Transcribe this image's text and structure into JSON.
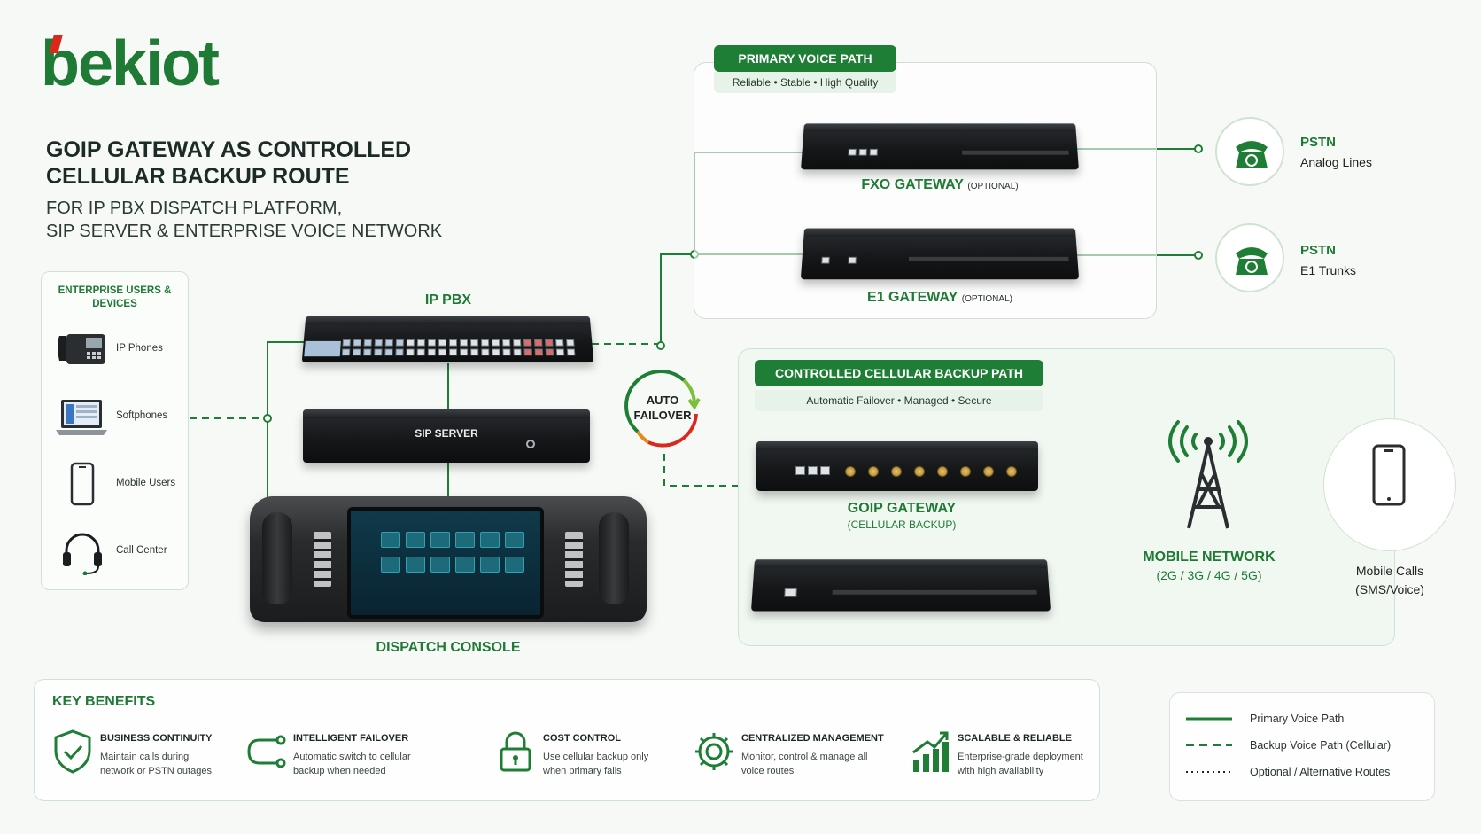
{
  "brand": {
    "logo": "bekiot",
    "logo_colors": {
      "green": "#1e7a34",
      "red": "#d9291c"
    }
  },
  "title_line1": "GOIP GATEWAY AS CONTROLLED",
  "title_line2": "CELLULAR BACKUP ROUTE",
  "subtitle_line1": "FOR IP PBX DISPATCH PLATFORM,",
  "subtitle_line2": "SIP SERVER & ENTERPRISE VOICE NETWORK",
  "enterprise": {
    "title": "ENTERPRISE USERS & DEVICES",
    "items": [
      {
        "label": "IP Phones",
        "icon": "ip-phone-icon"
      },
      {
        "label": "Softphones",
        "icon": "laptop-icon"
      },
      {
        "label": "Mobile Users",
        "icon": "smartphone-icon"
      },
      {
        "label": "Call Center",
        "icon": "headset-icon"
      }
    ]
  },
  "devices": {
    "ip_pbx": "IP PBX",
    "sip_server": "SIP SERVER",
    "dispatch_console": "DISPATCH CONSOLE",
    "fxo_gateway": "FXO GATEWAY",
    "fxo_optional": "(OPTIONAL)",
    "e1_gateway": "E1 GATEWAY",
    "e1_optional": "(OPTIONAL)",
    "goip_gateway": "GOIP GATEWAY",
    "goip_sub": "(CELLULAR BACKUP)"
  },
  "primary_path": {
    "title": "PRIMARY VOICE PATH",
    "subtitle": "Reliable • Stable • High Quality"
  },
  "backup_path": {
    "title": "CONTROLLED CELLULAR BACKUP PATH",
    "subtitle": "Automatic Failover • Managed • Secure"
  },
  "failover": {
    "line1": "AUTO",
    "line2": "FAILOVER"
  },
  "pstn": [
    {
      "title": "PSTN",
      "subtitle": "Analog Lines",
      "icon": "telephone-icon"
    },
    {
      "title": "PSTN",
      "subtitle": "E1 Trunks",
      "icon": "telephone-icon"
    }
  ],
  "mobile_network": {
    "title": "MOBILE NETWORK",
    "subtitle": "(2G / 3G / 4G / 5G)",
    "icon": "cell-tower-icon"
  },
  "mobile_calls": {
    "line1": "Mobile Calls",
    "line2": "(SMS/Voice)",
    "icon": "smartphone-icon"
  },
  "benefits": {
    "title": "KEY BENEFITS",
    "items": [
      {
        "title": "BUSINESS CONTINUITY",
        "line1": "Maintain calls during",
        "line2": "network or PSTN outages",
        "icon": "shield-check-icon"
      },
      {
        "title": "INTELLIGENT FAILOVER",
        "line1": "Automatic switch to cellular",
        "line2": "backup when needed",
        "icon": "switch-route-icon"
      },
      {
        "title": "COST CONTROL",
        "line1": "Use cellular backup only",
        "line2": "when primary fails",
        "icon": "padlock-icon"
      },
      {
        "title": "CENTRALIZED MANAGEMENT",
        "line1": "Monitor, control & manage all",
        "line2": "voice routes",
        "icon": "gear-icon"
      },
      {
        "title": "SCALABLE & RELIABLE",
        "line1": "Enterprise-grade deployment",
        "line2": "with high availability",
        "icon": "growth-chart-icon"
      }
    ]
  },
  "legend": [
    {
      "label": "Primary Voice Path",
      "style": "solid"
    },
    {
      "label": "Backup Voice Path (Cellular)",
      "style": "dashed"
    },
    {
      "label": "Optional / Alternative Routes",
      "style": "dotted"
    }
  ],
  "colors": {
    "primary_green": "#1f7e36",
    "light_green": "#e7f2e8",
    "failover_red": "#d9291c",
    "failover_orange": "#e58a1f"
  }
}
